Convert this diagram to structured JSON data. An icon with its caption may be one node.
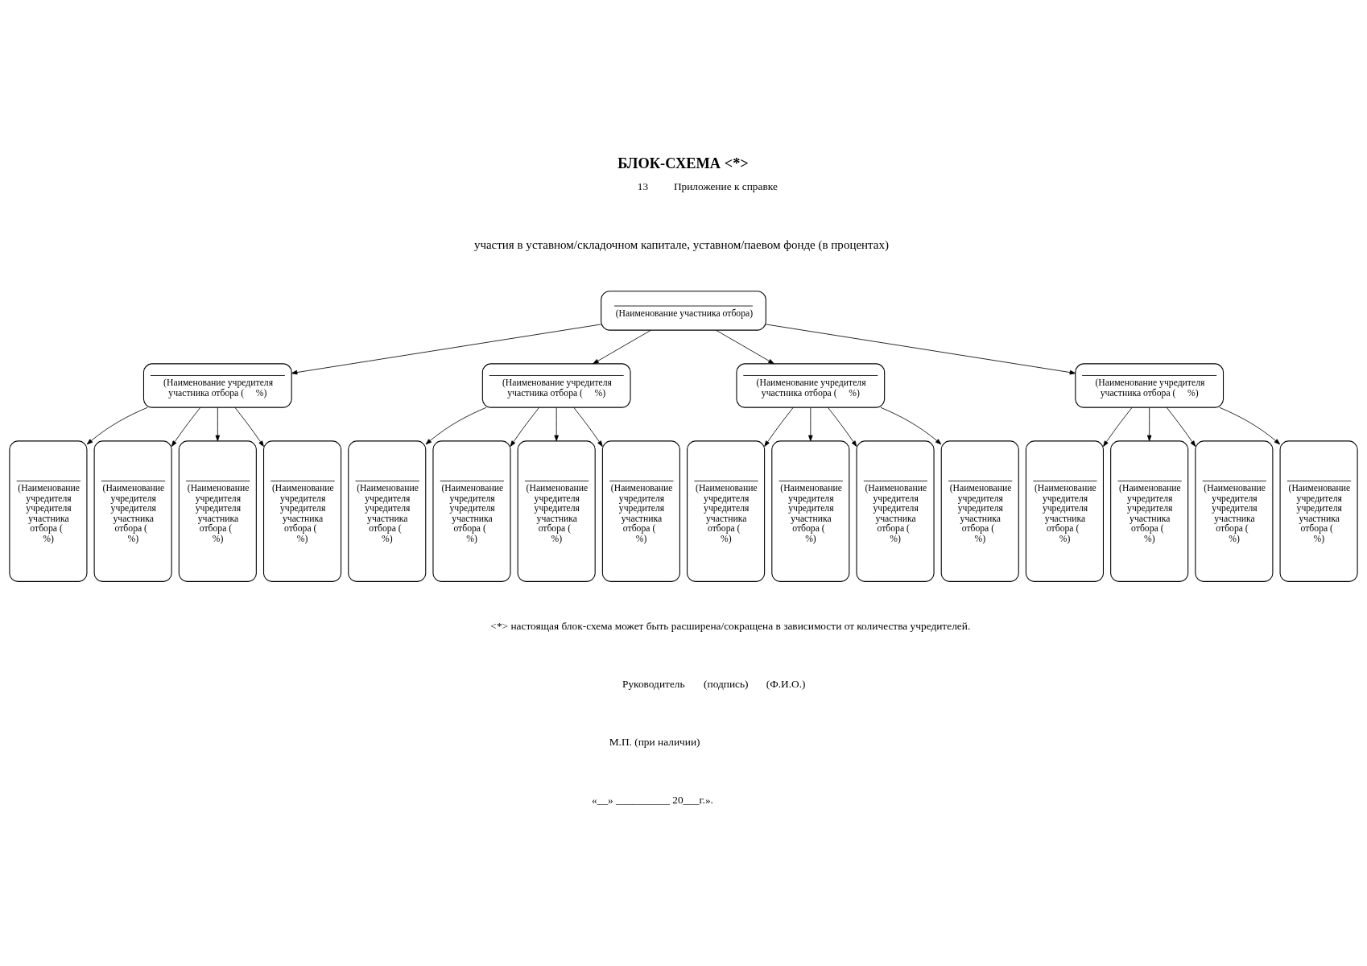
{
  "diagram": {
    "title": "БЛОК-СХЕМА <*>",
    "nodes": [
      {
        "text": [
          "(Наименование участника отбора)"
        ]
      },
      {
        "text": [
          "(Наименование учредителя участника отбора (     %)"
        ]
      },
      {
        "text": [
          "(Наименование учредителя участника отбора (     %)"
        ]
      },
      {
        "text": [
          "(Наименование учредителя участника отбора (     %)"
        ]
      },
      {
        "text": [
          "(Наименование учредителя участника отбора (     %)"
        ]
      },
      {
        "text": [
          "(Наименование учредителя учредителя участника отбора (   %)"
        ]
      },
      {
        "text": [
          "(Наименование учредителя учредителя участника отбора (   %)"
        ]
      },
      {
        "text": [
          "(Наименование учредителя учредителя участника отбора (   %)"
        ]
      },
      {
        "text": [
          "(Наименование учредителя учредителя участника отбора (   %)"
        ]
      },
      {
        "text": [
          "(Наименование учредителя учредителя участника отбора (   %)"
        ]
      },
      {
        "text": [
          "(Наименование учредителя учредителя участника отбора (   %)"
        ]
      },
      {
        "text": [
          "(Наименование учредителя учредителя участника отбора (   %)"
        ]
      },
      {
        "text": [
          "(Наименование учредителя учредителя участника отбора (   %)"
        ]
      },
      {
        "text": [
          "(Наименование учредителя учредителя участника отбора (   %)"
        ]
      },
      {
        "text": [
          "(Наименование учредителя учредителя участника отбора (   %)"
        ]
      },
      {
        "text": [
          "(Наименование учредителя учредителя участника отбора (   %)"
        ]
      },
      {
        "text": [
          "(Наименование учредителя учредителя участника отбора (   %)"
        ]
      },
      {
        "text": [
          "(Наименование учредителя учредителя участника отбора (   %)"
        ]
      },
      {
        "text": [
          "(Наименование учредителя учредителя участника отбора (   %)"
        ]
      },
      {
        "text": [
          "(Наименование учредителя учредителя участника отбора (   %)"
        ]
      },
      {
        "text": [
          "(Наименование учредителя учредителя участника отбора (   %)"
        ]
      }
    ],
    "edges": [
      {
        "from": 0,
        "to": 1,
        "arrow": "to"
      },
      {
        "from": 0,
        "to": 2,
        "arrow": "to"
      },
      {
        "from": 0,
        "to": 3,
        "arrow": "to"
      },
      {
        "from": 0,
        "to": 4,
        "arrow": "to"
      },
      {
        "from": 1,
        "to": 5,
        "arrow": "to"
      },
      {
        "from": 1,
        "to": 6,
        "arrow": "to"
      },
      {
        "from": 1,
        "to": 7,
        "arrow": "to"
      },
      {
        "from": 1,
        "to": 8,
        "arrow": "to"
      },
      {
        "from": 2,
        "to": 9,
        "arrow": "to"
      },
      {
        "from": 2,
        "to": 10,
        "arrow": "to"
      },
      {
        "from": 2,
        "to": 11,
        "arrow": "to"
      },
      {
        "from": 2,
        "to": 12,
        "arrow": "to"
      },
      {
        "from": 3,
        "to": 13,
        "arrow": "to"
      },
      {
        "from": 3,
        "to": 14,
        "arrow": "to"
      },
      {
        "from": 3,
        "to": 15,
        "arrow": "to"
      },
      {
        "from": 3,
        "to": 16,
        "arrow": "to"
      },
      {
        "from": 4,
        "to": 17,
        "arrow": "to"
      },
      {
        "from": 4,
        "to": 18,
        "arrow": "to"
      },
      {
        "from": 4,
        "to": 19,
        "arrow": "to"
      },
      {
        "from": 4,
        "to": 20,
        "arrow": "to"
      }
    ],
    "labels": [
      "13",
      "Приложение к справке",
      "участия в уставном/складочном капитале, уставном/паевом фонде (в процентах)",
      "<*> настоящая блок-схема может быть расширена/сокращена в зависимости от количества учредителей.",
      "Руководитель",
      "(подпись)",
      "(Ф.И.О.)",
      "М.П. (при наличии)",
      "«__» __________ 20___г.»."
    ]
  }
}
